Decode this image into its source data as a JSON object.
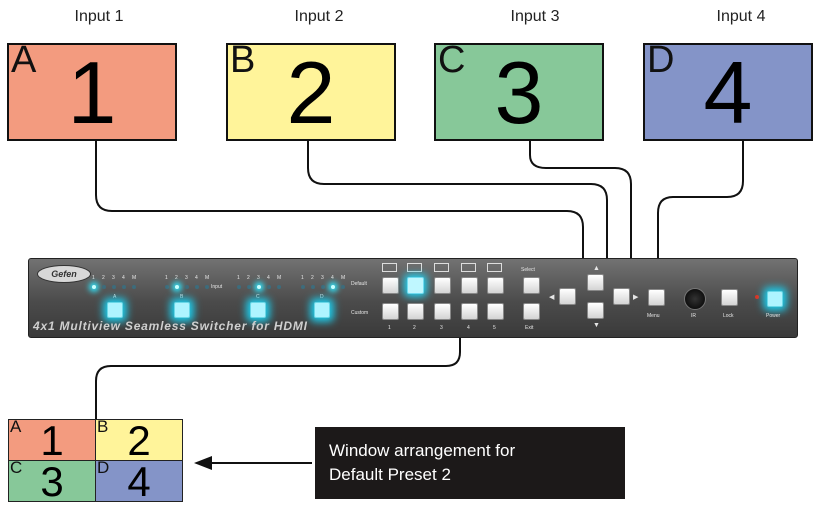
{
  "inputs": [
    {
      "label": "Input 1",
      "letter": "A",
      "number": "1",
      "color": "#f39b7f"
    },
    {
      "label": "Input 2",
      "letter": "B",
      "number": "2",
      "color": "#fff49a"
    },
    {
      "label": "Input 3",
      "letter": "C",
      "number": "3",
      "color": "#87c899"
    },
    {
      "label": "Input 4",
      "letter": "D",
      "number": "4",
      "color": "#8494c8"
    }
  ],
  "device": {
    "brand": "Gefen",
    "title": "4x1 Multiview Seamless Switcher for HDMI",
    "input_numbers": [
      "1",
      "2",
      "3",
      "4",
      "M"
    ],
    "window_letters": [
      "A",
      "B",
      "C",
      "D"
    ],
    "input_label": "Input",
    "default_label": "Default",
    "custom_label": "Custom",
    "select_label": "Select",
    "exit_label": "Exit",
    "preset_numbers": [
      "1",
      "2",
      "3",
      "4",
      "5"
    ],
    "menu_label": "Menu",
    "ir_label": "IR",
    "lock_label": "Lock",
    "power_label": "Power",
    "lit_default_preset": "2"
  },
  "output": {
    "cells": [
      {
        "letter": "A",
        "number": "1",
        "color": "#f39b7f"
      },
      {
        "letter": "B",
        "number": "2",
        "color": "#fff49a"
      },
      {
        "letter": "C",
        "number": "3",
        "color": "#87c899"
      },
      {
        "letter": "D",
        "number": "4",
        "color": "#8494c8"
      }
    ]
  },
  "callout": {
    "line1": "Window arrangement for",
    "line2": "Default Preset 2"
  },
  "colors": {
    "cable": "#111111",
    "panel": "#555555",
    "led_glow": "#2ee8ff",
    "callout_bg": "#1c1919"
  }
}
